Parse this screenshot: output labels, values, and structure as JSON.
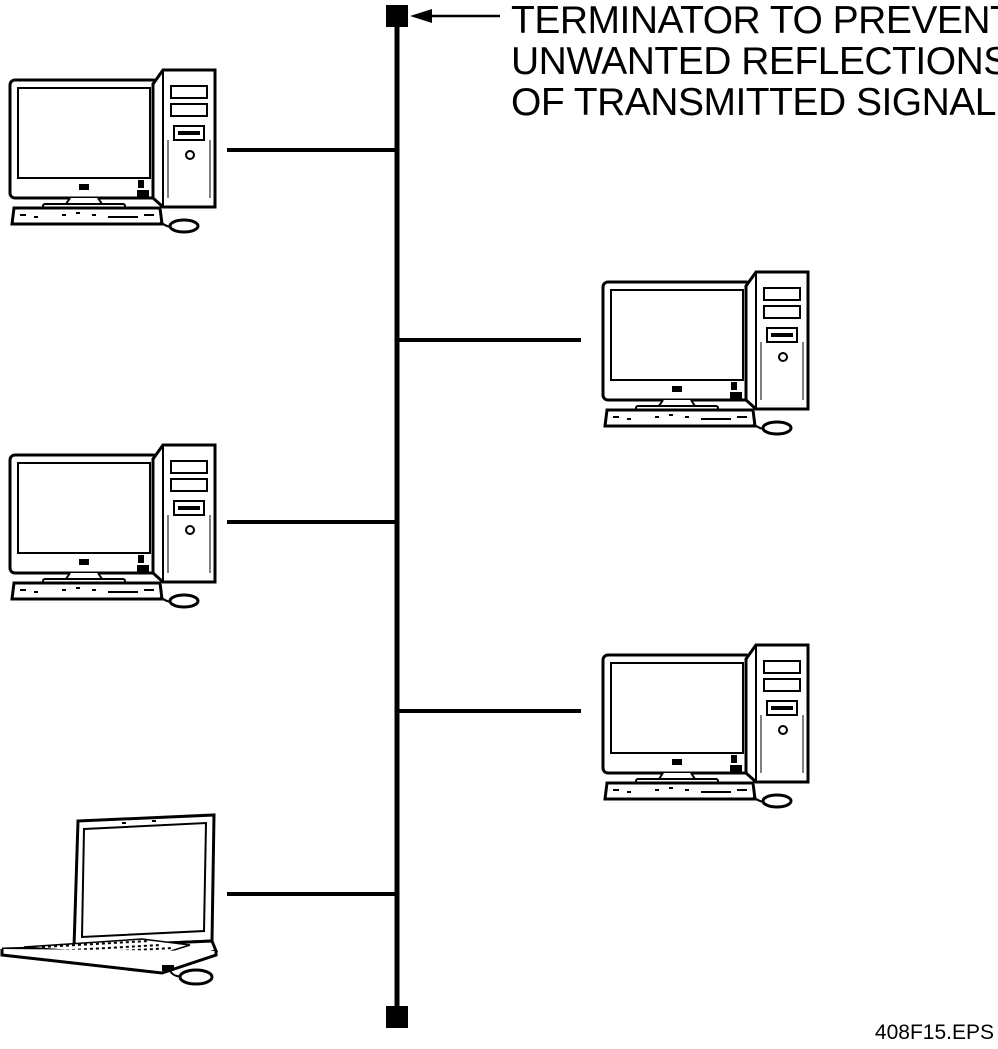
{
  "diagram": {
    "annotation": {
      "line1": "TERMINATOR TO PREVENT",
      "line2": "UNWANTED REFLECTIONS",
      "line3": "OF TRANSMITTED SIGNALS"
    },
    "file_id": "408F15.EPS",
    "stroke_color": "#000000",
    "background_color": "#ffffff",
    "nodes": [
      {
        "type": "desktop",
        "side": "left"
      },
      {
        "type": "desktop",
        "side": "right"
      },
      {
        "type": "desktop",
        "side": "left"
      },
      {
        "type": "desktop",
        "side": "right"
      },
      {
        "type": "laptop",
        "side": "left"
      }
    ]
  }
}
